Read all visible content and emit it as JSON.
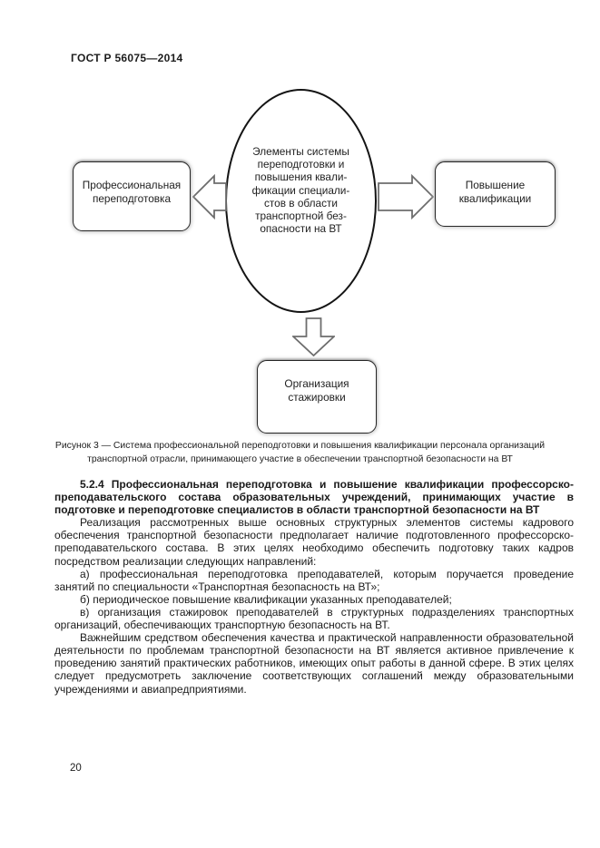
{
  "page": {
    "header": "ГОСТ Р 56075—2014",
    "page_number": "20"
  },
  "colors": {
    "ink": "#1a1a1a",
    "ellipse_border": "#141414",
    "box_border": "#262626",
    "arrow_outline": "#6d6d6d",
    "box_shadow": "#c2c2c2",
    "background": "#ffffff"
  },
  "diagram": {
    "ellipse_label_lines": [
      "Элементы системы",
      "переподготовки и",
      "повышения квали-",
      "фикации специали-",
      "стов в области",
      "транспортной без-",
      "опасности на ВТ"
    ],
    "left_box_lines": [
      "Профессиональная",
      "переподготовка"
    ],
    "right_box_lines": [
      "Повышение",
      "квалификации"
    ],
    "bottom_box_lines": [
      "Организация",
      "стажировки"
    ],
    "arrow_icons": [
      "left-block-arrow",
      "right-block-arrow",
      "down-block-arrow"
    ]
  },
  "caption": {
    "line1": "Рисунок 3 — Система профессиональной переподготовки и повышения квалификации персонала организаций",
    "line2": "транспортной отрасли, принимающего участие в обеспечении транспортной безопасности на ВТ"
  },
  "body": {
    "heading": "5.2.4 Профессиональная переподготовка и повышение квалификации профессорско-преподавательского состава образовательных учреждений, принимающих участие в подготовке и переподготовке специалистов в области транспортной безопасности на ВТ",
    "paragraphs": [
      "Реализация рассмотренных выше основных структурных элементов системы кадрового обеспечения транспортной безопасности предполагает наличие подготовленного профессорско-преподавательского состава. В этих целях необходимо обеспечить подготовку таких кадров посредством реализации следующих направлений:",
      "а) профессиональная переподготовка преподавателей, которым поручается проведение занятий по специальности «Транспортная безопасность на ВТ»;",
      "б) периодическое повышение квалификации указанных преподавателей;",
      "в) организация стажировок преподавателей в структурных подразделениях транспортных организаций, обеспечивающих транспортную безопасность на ВТ.",
      "Важнейшим средством обеспечения качества и практической направленности образовательной деятельности по проблемам транспортной безопасности на ВТ является активное привлечение к проведению занятий практических работников, имеющих опыт работы в данной сфере. В этих целях следует предусмотреть заключение соответствующих соглашений между образовательными учреждениями и авиапредприятиями."
    ]
  }
}
